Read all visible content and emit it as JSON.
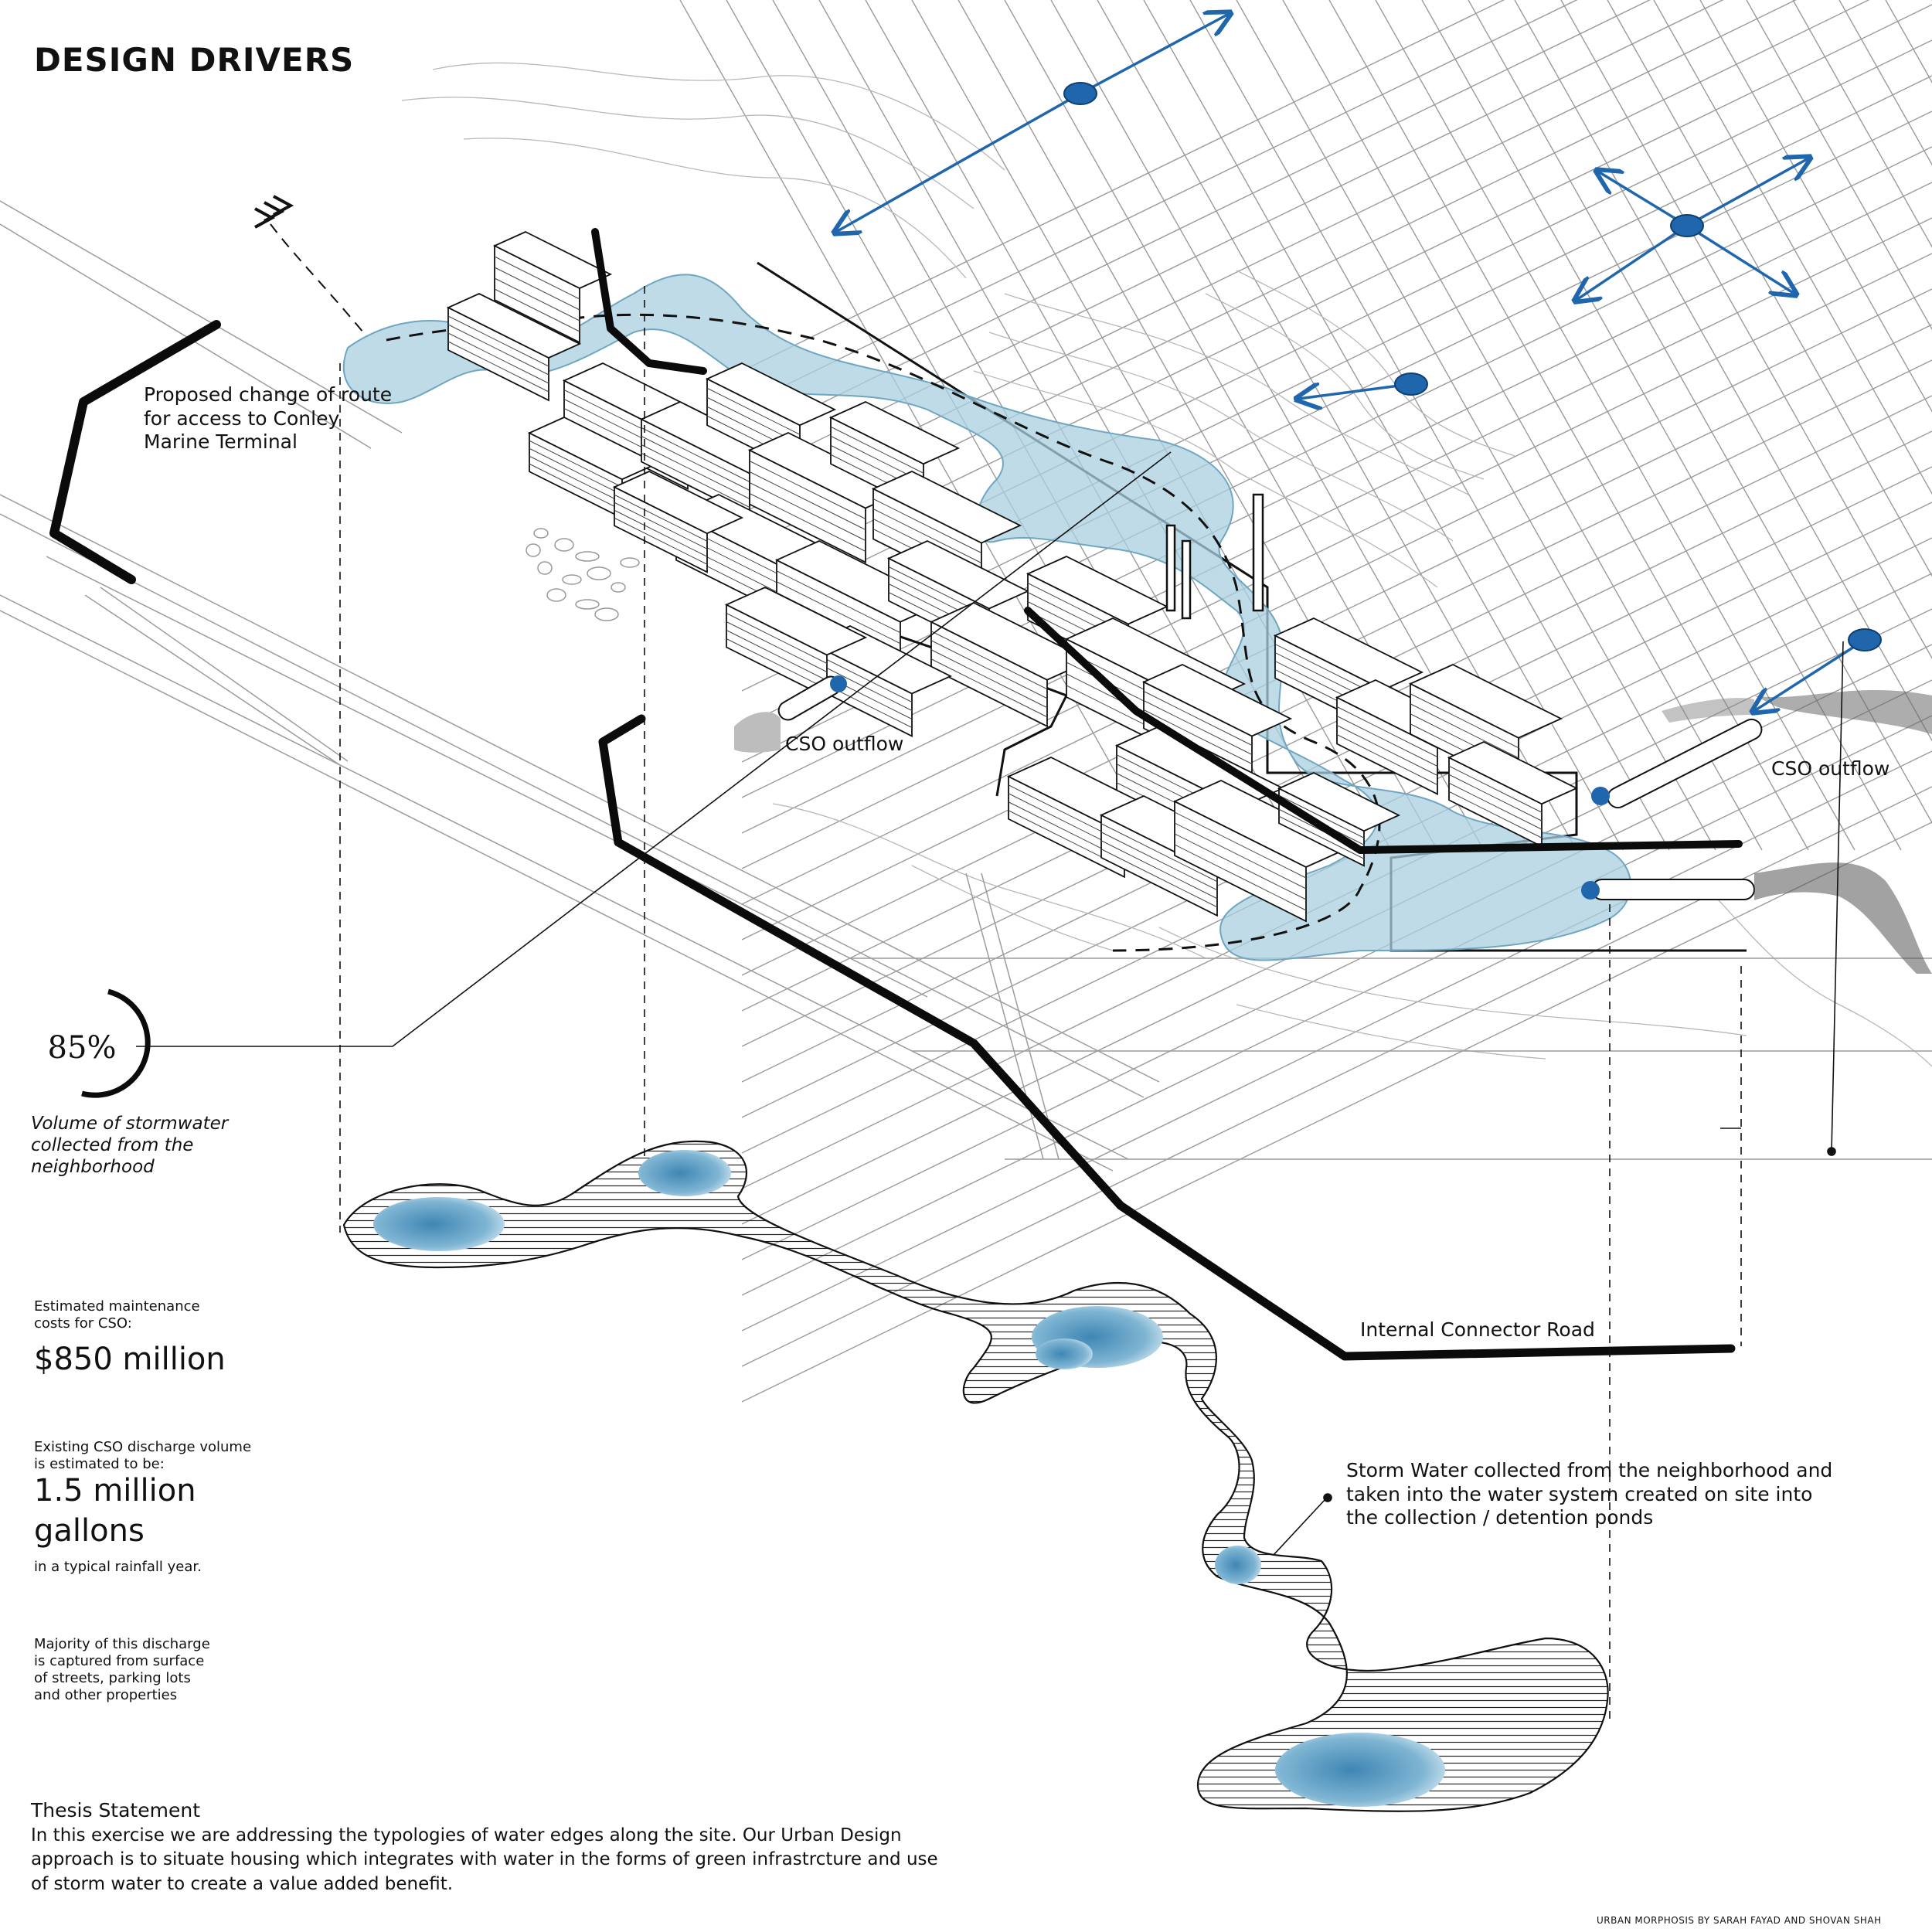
{
  "title": "DESIGN DRIVERS",
  "labels": {
    "route_change": "Proposed change of route for access to Conley Marine Terminal",
    "cso_outflow_left": "CSO outflow",
    "cso_outflow_right": "CSO outflow",
    "internal_road": "Internal Connector Road",
    "stormwater": "Storm Water collected from the neighborhood and taken into the water system created on site into the collection / detention ponds"
  },
  "stats": {
    "percent": "85%",
    "percent_caption": "Volume of stormwater collected from the neighborhood",
    "maintenance_label": "Estimated maintenance costs for CSO:",
    "maintenance_value": "$850 million",
    "discharge_label": "Existing CSO discharge volume is estimated to be:",
    "discharge_value": "1.5 million gallons",
    "discharge_note": "in a typical rainfall year.",
    "majority_note": "Majority of this discharge is captured from surface of streets, parking lots and other properties"
  },
  "thesis": {
    "heading": "Thesis Statement",
    "body": "In this exercise we are addressing the typologies of water edges along the site. Our Urban Design approach is to situate housing which integrates with water in the forms of green infrastrcture and use of storm water to create a value added benefit."
  },
  "credit": "URBAN MORPHOSIS BY SARAH FAYAD AND SHOVAN SHAH",
  "colors": {
    "water": "#a9cfe0",
    "water_edge": "#6fa6c1",
    "node": "#1f66ad",
    "ink": "#111111",
    "grid": "#9a9a9a"
  }
}
